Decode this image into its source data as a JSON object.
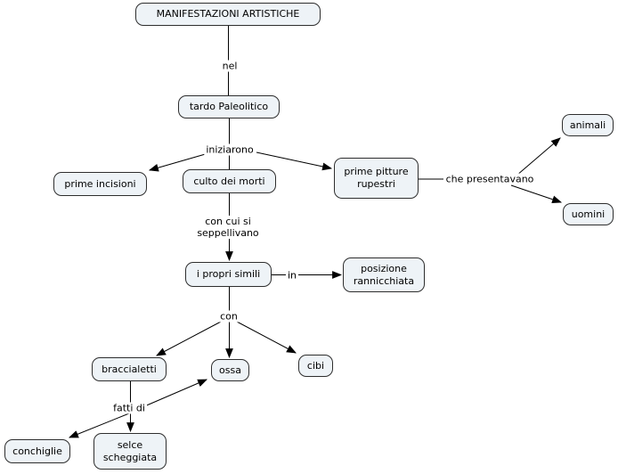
{
  "palette": {
    "node_fill": "#eef3f7",
    "node_border": "#2e2e2e",
    "line_color": "#000000",
    "text_color": "#000000",
    "canvas_bg": "#ffffff"
  },
  "nodes": {
    "manifestazioni": "MANIFESTAZIONI ARTISTICHE",
    "tardo_paleolitico": "tardo Paleolitico",
    "prime_incisioni": "prime incisioni",
    "culto_dei_morti": "culto dei morti",
    "prime_pitture_rupestri": "prime pitture rupestri",
    "animali": "animali",
    "uomini": "uomini",
    "i_propri_simili": "i propri simili",
    "posizione_rannicchiata": "posizione rannicchiata",
    "braccialetti": "braccialetti",
    "ossa": "ossa",
    "cibi": "cibi",
    "selce_scheggiata": "selce scheggiata",
    "conchiglie": "conchiglie"
  },
  "labels": {
    "nel": "nel",
    "iniziarono": "iniziarono",
    "con_cui_si_seppellivano": "con cui si seppellivano",
    "che_presentavano": "che presentavano",
    "in": "in",
    "con": "con",
    "fatti_di": "fatti di"
  }
}
